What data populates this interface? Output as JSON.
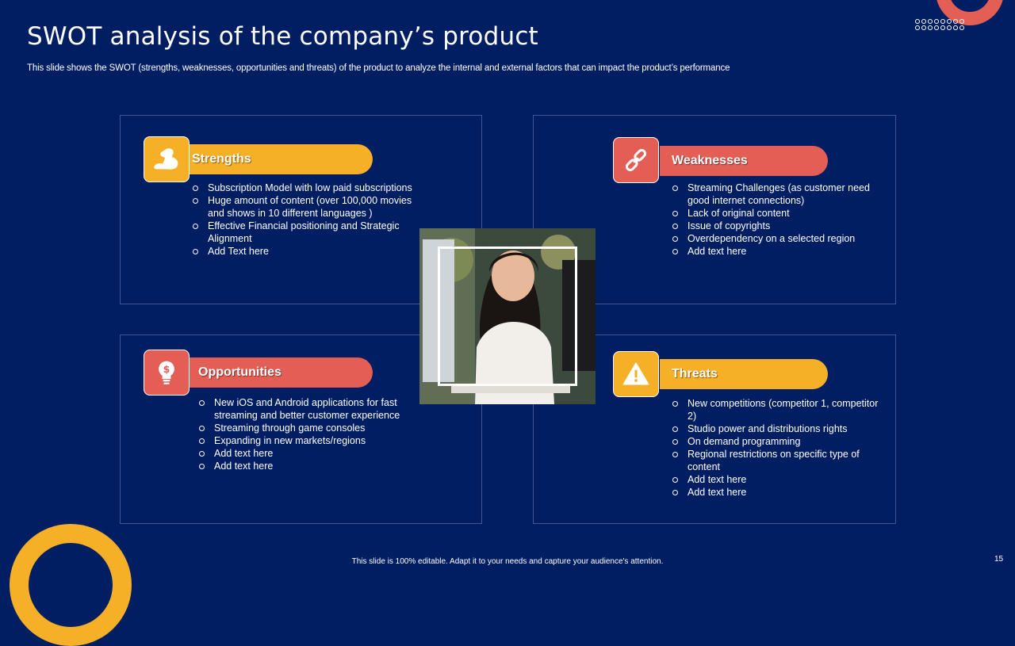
{
  "title": "SWOT analysis of the company’s product",
  "subtitle": "This slide shows the SWOT (strengths, weaknesses, opportunities and threats) of the product to analyze the internal and external factors that can impact the product’s performance",
  "colors": {
    "background": "#011e63",
    "yellow": "#f5b028",
    "coral": "#e35f56",
    "panel_border": "#3f5796"
  },
  "strengths": {
    "label": "Strengths",
    "icon": "flexed-arm-icon",
    "items": [
      "Subscription Model with low paid subscriptions",
      "Huge amount of content (over 100,000 movies and shows in 10 different languages )",
      "Effective Financial positioning and Strategic Alignment",
      "Add Text here"
    ]
  },
  "weaknesses": {
    "label": "Weaknesses",
    "icon": "broken-link-icon",
    "items": [
      "Streaming Challenges (as customer need good internet connections)",
      "Lack of original content",
      "Issue of copyrights",
      "Overdependency  on a selected region",
      "Add text here"
    ]
  },
  "opportunities": {
    "label": "Opportunities",
    "icon": "lightbulb-dollar-icon",
    "items": [
      "New iOS and Android applications for fast streaming and better customer experience",
      "Streaming through game consoles",
      "Expanding in new markets/regions",
      "Add text here",
      "Add text here"
    ]
  },
  "threats": {
    "label": "Threats",
    "icon": "warning-triangle-icon",
    "items": [
      "New competitions (competitor 1, competitor 2)",
      "Studio power and distributions rights",
      "On demand programming",
      "Regional restrictions on specific type of content",
      "Add text here",
      "Add text here"
    ]
  },
  "footer": "This slide is 100% editable. Adapt it to your needs and capture your audience's attention.",
  "page_number": "15"
}
